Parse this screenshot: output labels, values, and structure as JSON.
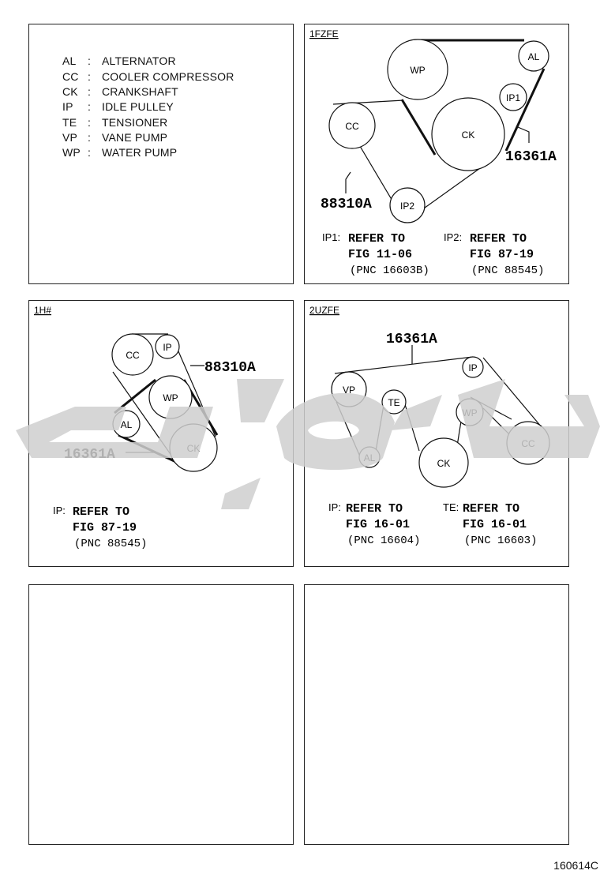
{
  "legend": {
    "items": [
      {
        "code": "AL",
        "name": "ALTERNATOR"
      },
      {
        "code": "CC",
        "name": "COOLER COMPRESSOR"
      },
      {
        "code": "CK",
        "name": "CRANKSHAFT"
      },
      {
        "code": "IP",
        "name": "IDLE PULLEY"
      },
      {
        "code": "TE",
        "name": "TENSIONER"
      },
      {
        "code": "VP",
        "name": "VANE PUMP"
      },
      {
        "code": "WP",
        "name": "WATER PUMP"
      }
    ],
    "separator": ":"
  },
  "panel_1fzfe": {
    "engine": "1FZFE",
    "pulleys": {
      "wp": "WP",
      "al": "AL",
      "ip1": "IP1",
      "cc": "CC",
      "ck": "CK",
      "ip2": "IP2"
    },
    "part_a": "16361A",
    "part_b": "88310A",
    "note1": {
      "label": "IP1:",
      "line1": "REFER TO",
      "line2": "FIG 11-06",
      "line3": "(PNC 16603B)"
    },
    "note2": {
      "label": "IP2:",
      "line1": "REFER TO",
      "line2": "FIG 87-19",
      "line3": "(PNC 88545)"
    }
  },
  "panel_1hz": {
    "engine": "1H#",
    "pulleys": {
      "cc": "CC",
      "ip": "IP",
      "wp": "WP",
      "al": "AL",
      "ck": "CK"
    },
    "part_a": "88310A",
    "part_b": "16361A",
    "note": {
      "label": "IP:",
      "line1": "REFER TO",
      "line2": "FIG 87-19",
      "line3": "(PNC 88545)"
    }
  },
  "panel_2uzfe": {
    "engine": "2UZFE",
    "pulleys": {
      "vp": "VP",
      "te": "TE",
      "al": "AL",
      "ck": "CK",
      "ip": "IP",
      "wp": "WP",
      "cc": "CC"
    },
    "part_a": "16361A",
    "note1": {
      "label": "IP:",
      "line1": "REFER TO",
      "line2": "FIG 16-01",
      "line3": "(PNC 16604)"
    },
    "note2": {
      "label": "TE:",
      "line1": "REFER TO",
      "line2": "FIG 16-01",
      "line3": "(PNC 16603)"
    }
  },
  "doc_id": "160614C",
  "colors": {
    "line": "#111111",
    "watermark": "#cfcfcf"
  }
}
